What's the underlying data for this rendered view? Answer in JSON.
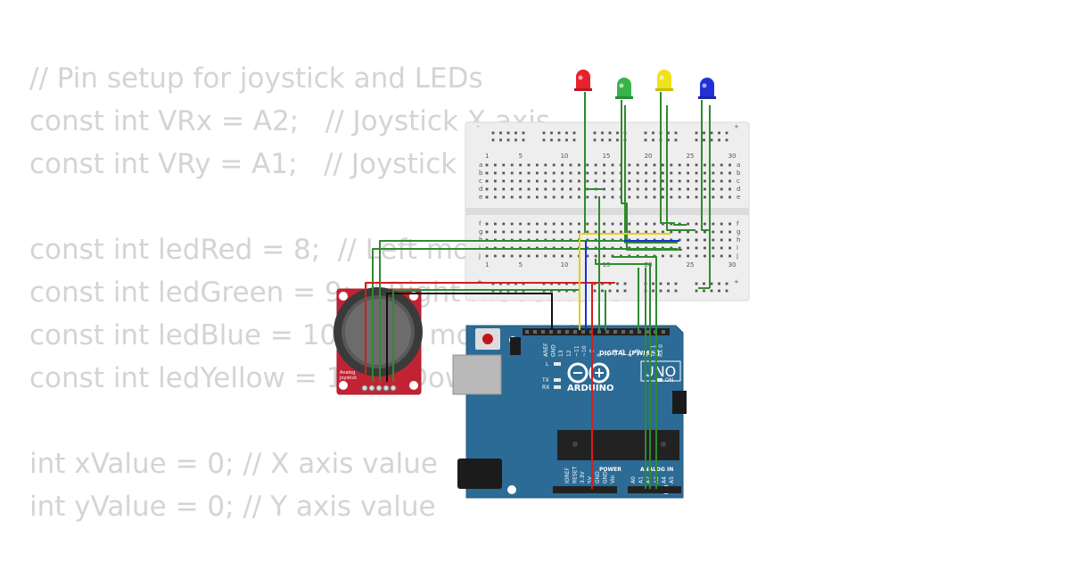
{
  "code_lines": [
    "// Pin setup for joystick and LEDs",
    "const int VRx = A2;   // Joystick X axis",
    "const int VRy = A1;   // Joystick Y axis",
    "",
    "const int ledRed = 8;  // Left movement",
    "const int ledGreen = 9; // Right movement",
    "const int ledBlue = 10; // Up movement",
    "const int ledYellow = 11; // Down movement",
    "",
    "int xValue = 0; // X axis value",
    "int yValue = 0; // Y axis value"
  ],
  "breadboard": {
    "column_numbers": [
      "1",
      "5",
      "10",
      "15",
      "20",
      "25",
      "30"
    ],
    "row_letters_top": [
      "a",
      "b",
      "c",
      "d",
      "e"
    ],
    "row_letters_bottom": [
      "f",
      "g",
      "h",
      "i",
      "j"
    ],
    "plus_sign": "+",
    "minus_sign": "-"
  },
  "joystick": {
    "label_line1": "Analog",
    "label_line2": "Joystick"
  },
  "arduino": {
    "brand": "ARDUINO",
    "model": "UNO",
    "digital_label": "DIGITAL (PWM ~)",
    "power_label": "POWER",
    "analog_label": "ANALOG IN",
    "on_label": "ON",
    "l_label": "L",
    "tx_label": "TX",
    "rx_label": "RX",
    "top_pins": [
      "AREF",
      "GND",
      "13",
      "12",
      "~11",
      "~10",
      "~9",
      "8",
      "7",
      "~6",
      "~5",
      "4",
      "~3",
      "2",
      "TX 1",
      "RX 0"
    ],
    "power_pins": [
      "IOREF",
      "RESET",
      "3.3V",
      "5V",
      "GND",
      "GND",
      "Vin"
    ],
    "analog_pins": [
      "A0",
      "A1",
      "A2",
      "A3",
      "A4",
      "A5"
    ]
  },
  "colors": {
    "led_red": "#e8222b",
    "led_green": "#37b34a",
    "led_yellow": "#f0e21a",
    "led_blue": "#2330d8",
    "wire_green": "#2f8a2f",
    "wire_red": "#d41e1e",
    "wire_yellow": "#e8cc10",
    "wire_blue": "#1d2fd6",
    "wire_black": "#111111",
    "arduino_board": "#2b6b96",
    "joystick_board": "#c22334",
    "code_text": "#d4d4d4"
  }
}
